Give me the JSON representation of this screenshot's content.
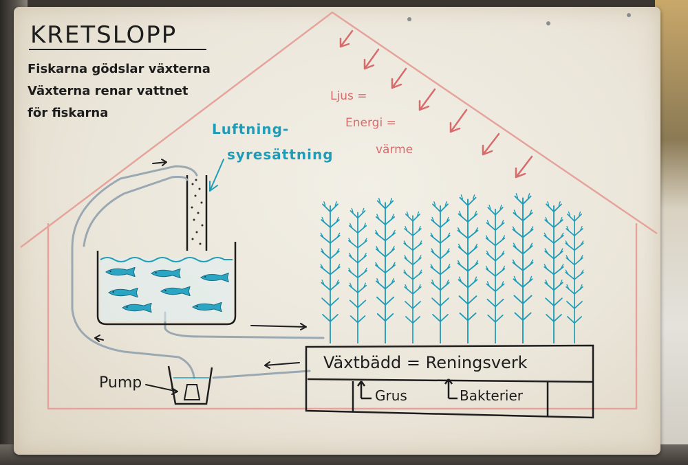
{
  "board": {
    "title": "KRETSLOPP",
    "intro_lines": [
      "Fiskarna gödslar växterna",
      "Växterna renar vattnet",
      "för fiskarna"
    ],
    "light_lines": [
      "Ljus =",
      "Energi =",
      "värme"
    ],
    "aeration_lines": [
      "Luftning-",
      "syresättning"
    ],
    "pump_label": "Pump",
    "bed_label": "Växtbädd = Reningsverk",
    "gravel_label": "Grus",
    "bacteria_label": "Bakterier"
  },
  "colors": {
    "marker_black": "#1d1d1d",
    "marker_red": "#d86b6b",
    "marker_blue": "#1f9db8"
  }
}
